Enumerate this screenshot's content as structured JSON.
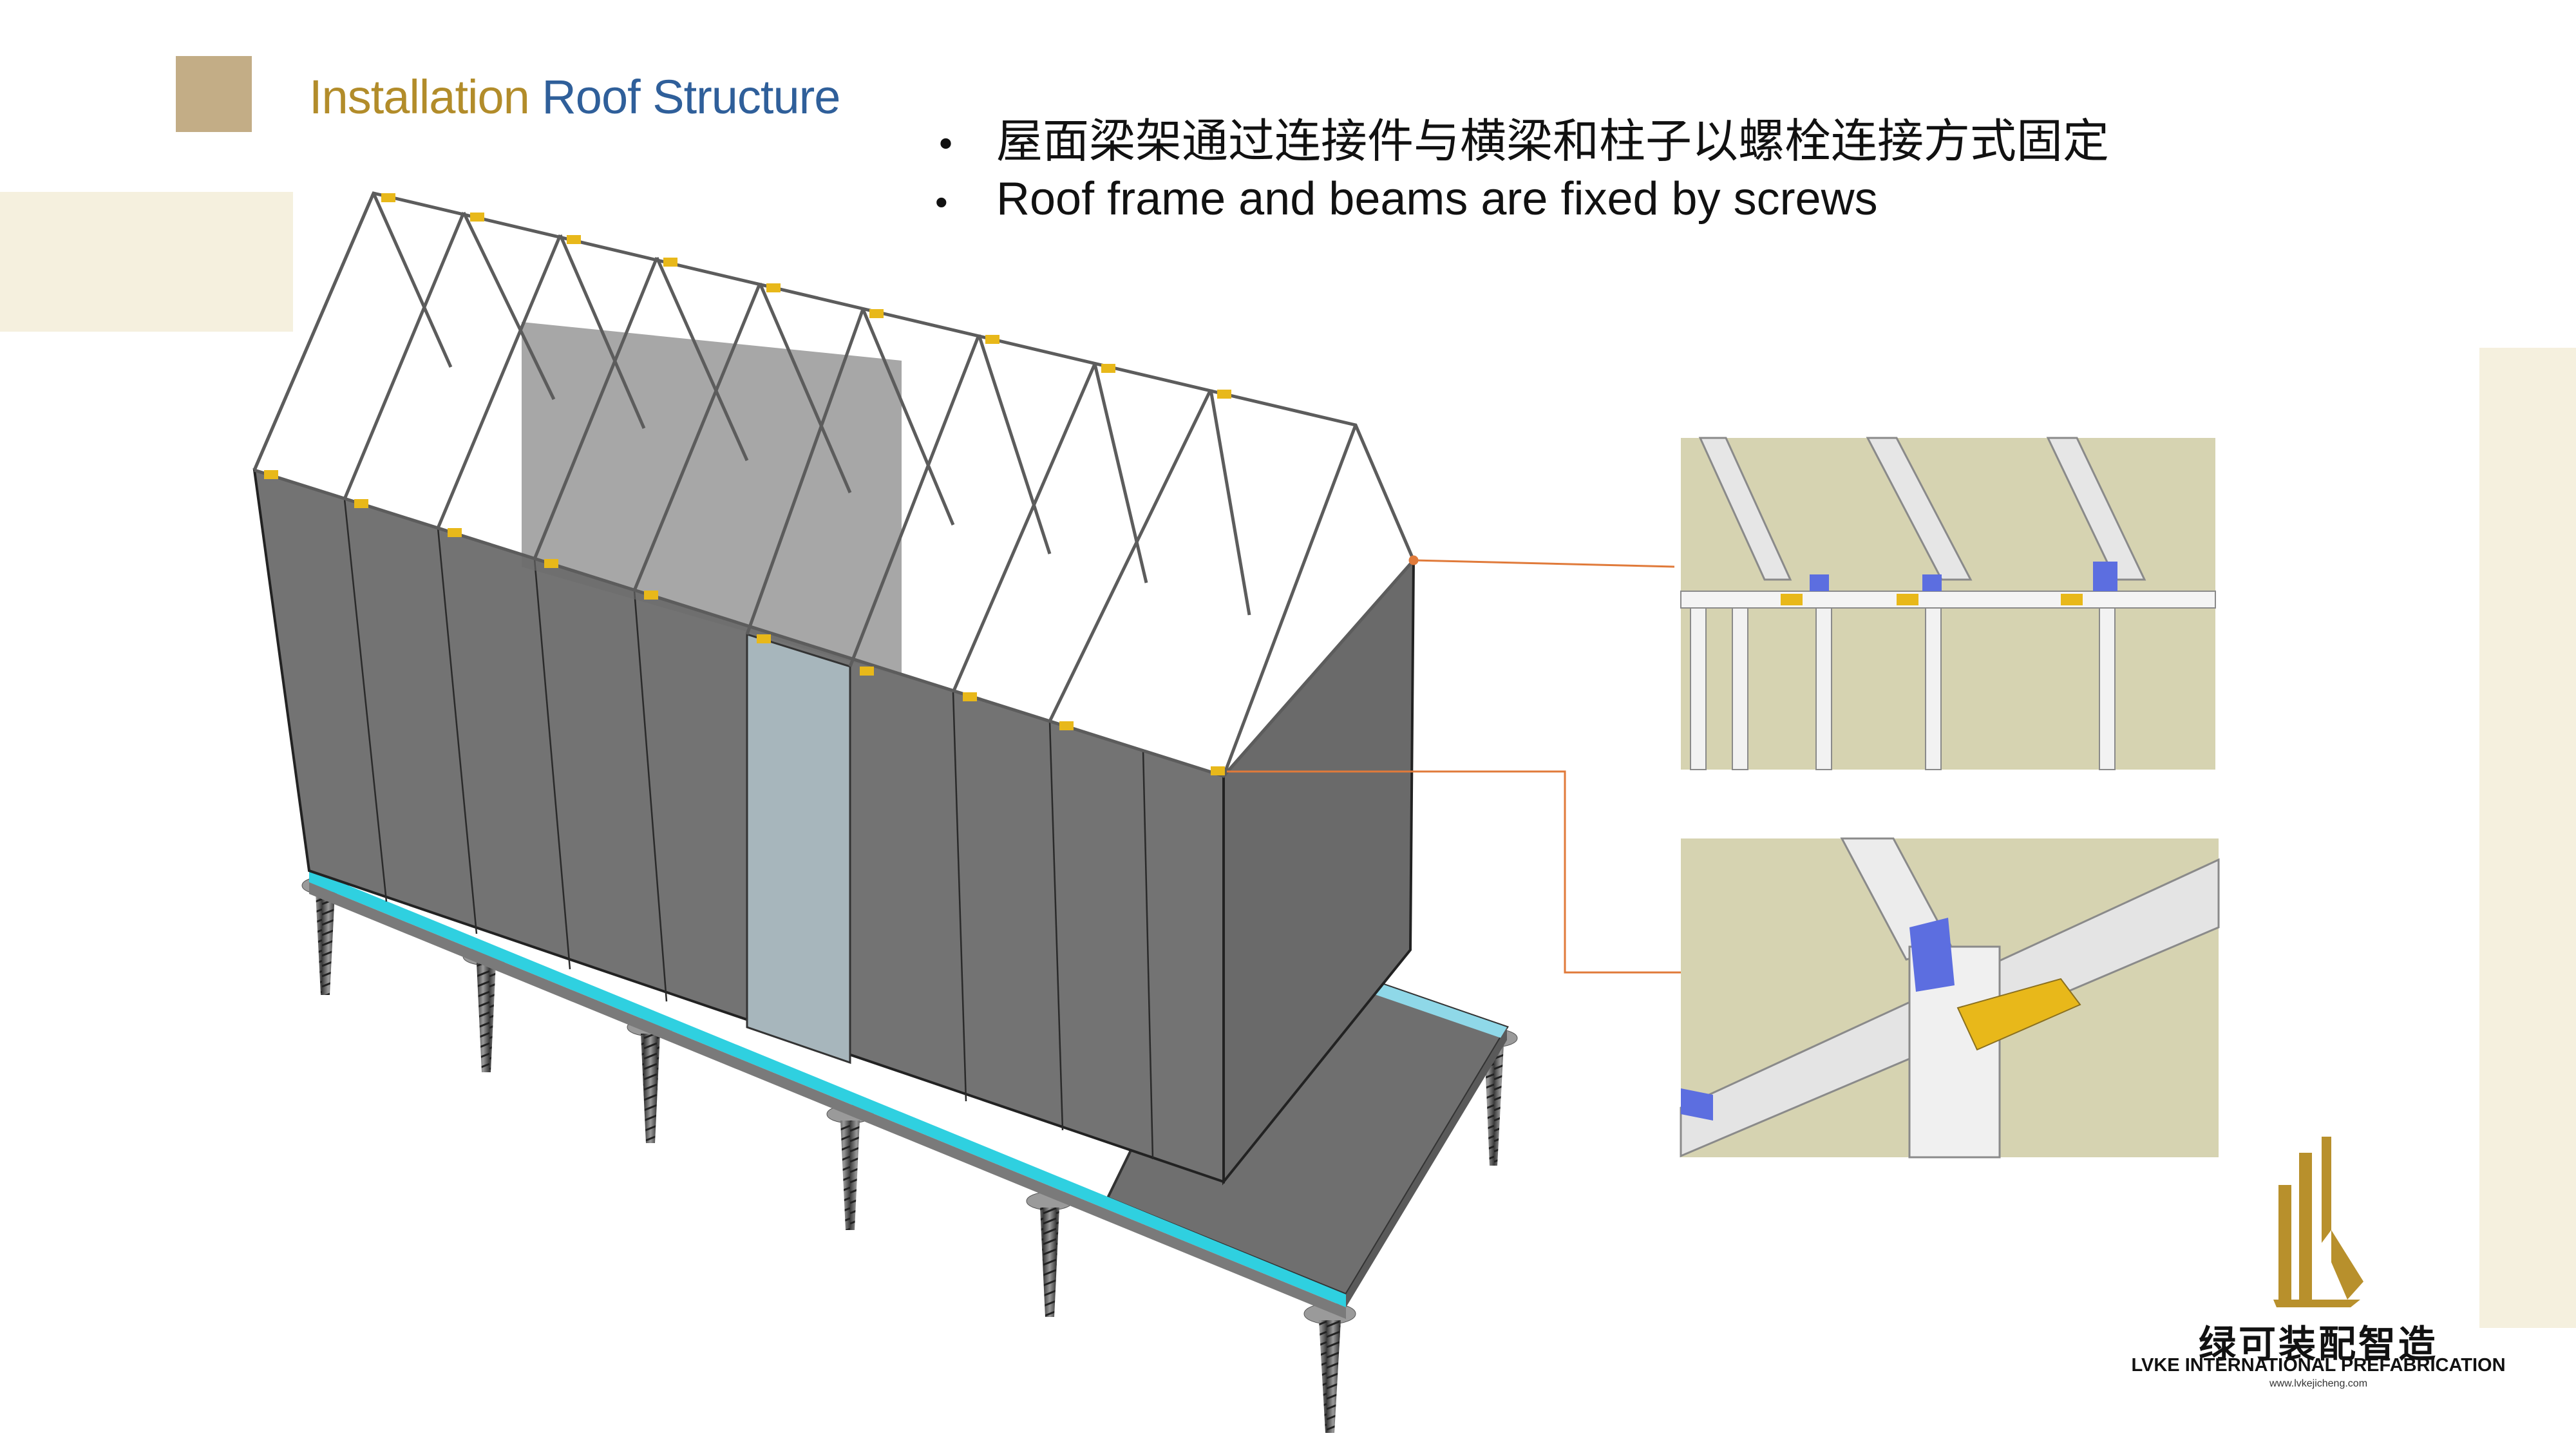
{
  "header": {
    "title_part1": "Installation",
    "title_part2": "Roof Structure"
  },
  "bullets": [
    {
      "text": "屋面梁架通过连接件与横梁和柱子以螺栓连接方式固定"
    },
    {
      "text": "Roof frame and beams are fixed by screws"
    }
  ],
  "bullet_symbol": "•",
  "brand": {
    "name_cn": "绿可装配智造",
    "name_en": "LVKE INTERNATIONAL PREFABRICATION",
    "url": "www.lvkejicheng.com"
  },
  "colors": {
    "title_gold": "#b28c2a",
    "title_blue": "#2f5f9a",
    "accent_square": "#c3ad86",
    "cream_band": "#f5f0de",
    "wall_panel": "#737373",
    "callout_line": "#e07a3a",
    "base_edge": "#2fd0e0",
    "connector": "#e8b81a"
  }
}
